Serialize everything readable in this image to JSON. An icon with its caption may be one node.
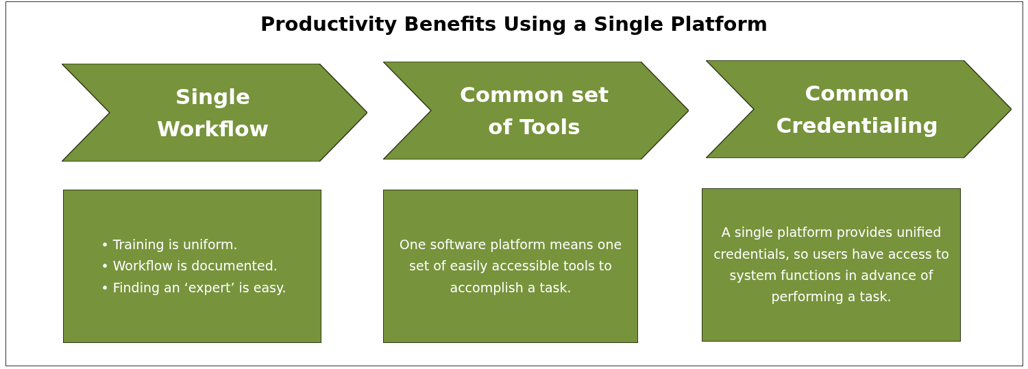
{
  "diagram": {
    "title": "Productivity Benefits Using a Single Platform",
    "nodes": [
      {
        "text": [
          "Single Workflow"
        ]
      },
      {
        "text": [
          "Common set of Tools"
        ]
      },
      {
        "text": [
          "Common Credentialing"
        ]
      },
      {
        "text": [
          "• Training is uniform.",
          "• Workflow is documented.",
          "• Finding an ‘expert’ is easy."
        ]
      },
      {
        "text": [
          "One software platform means one set of easily accessible tools to accomplish a task."
        ]
      },
      {
        "text": [
          "A single platform provides unified credentials, so users have access to system functions in advance of performing a task."
        ]
      }
    ]
  }
}
